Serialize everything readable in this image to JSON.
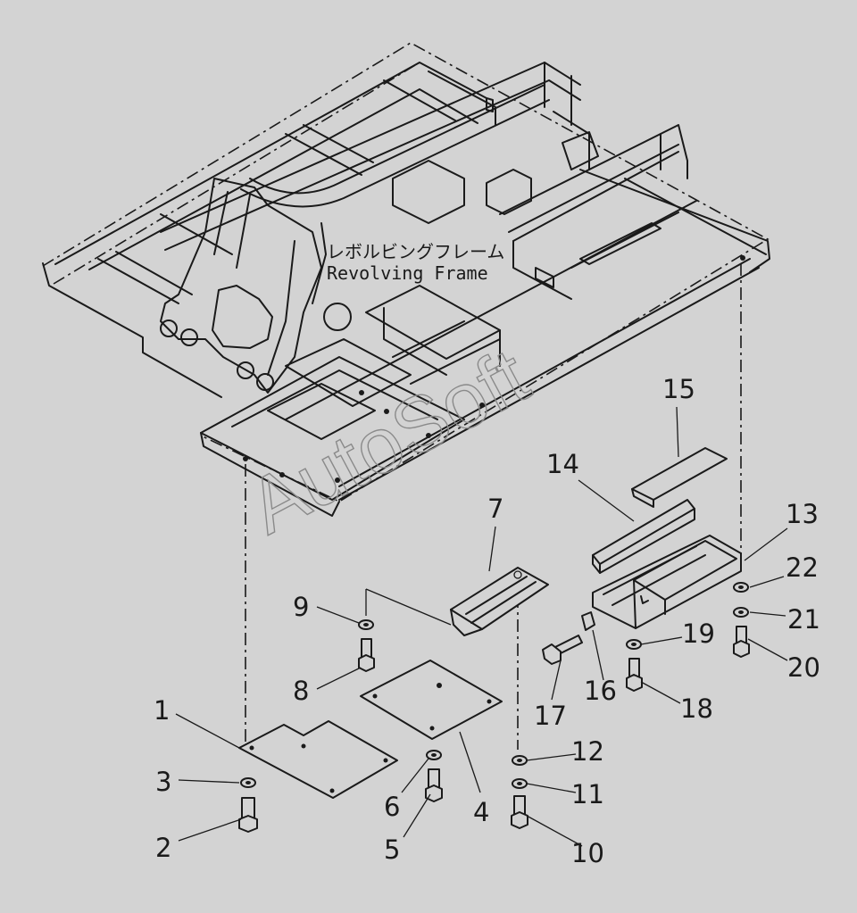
{
  "title_jp": "レボルビングフレーム",
  "title_en": "Revolving Frame",
  "watermark": "AutoSoft",
  "callouts": [
    "1",
    "2",
    "3",
    "4",
    "5",
    "6",
    "7",
    "8",
    "9",
    "10",
    "11",
    "12",
    "13",
    "14",
    "15",
    "16",
    "17",
    "18",
    "19",
    "20",
    "21",
    "22"
  ]
}
